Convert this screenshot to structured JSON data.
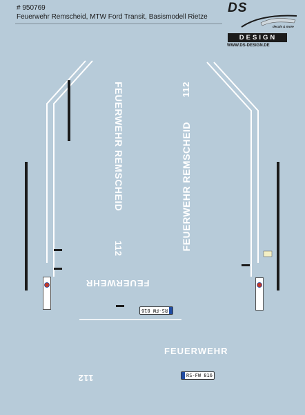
{
  "header": {
    "number": "# 950769",
    "title": "Feuerwehr Remscheid, MTW Ford Transit, Basismodell Rietze"
  },
  "logo": {
    "ds": "DS",
    "tagline": "decals & more",
    "design": "DESIGN",
    "url": "WWW.DS-DESIGN.DE"
  },
  "decals": {
    "vertical_left": "FEUERWEHR REMSCHEID",
    "vertical_left_num": "112",
    "vertical_right": "FEUERWEHR REMSCHEID",
    "vertical_right_num": "112",
    "feuerwehr_mirrored": "FEUERWEHR",
    "feuerwehr": "FEUERWEHR",
    "num_inverted": "112",
    "plate_upside": "RS-FW 816",
    "plate": "RS-FW 816"
  },
  "colors": {
    "sheet": "#b7cbd9",
    "print": "#ffffff",
    "dark": "#1b1b1b"
  }
}
